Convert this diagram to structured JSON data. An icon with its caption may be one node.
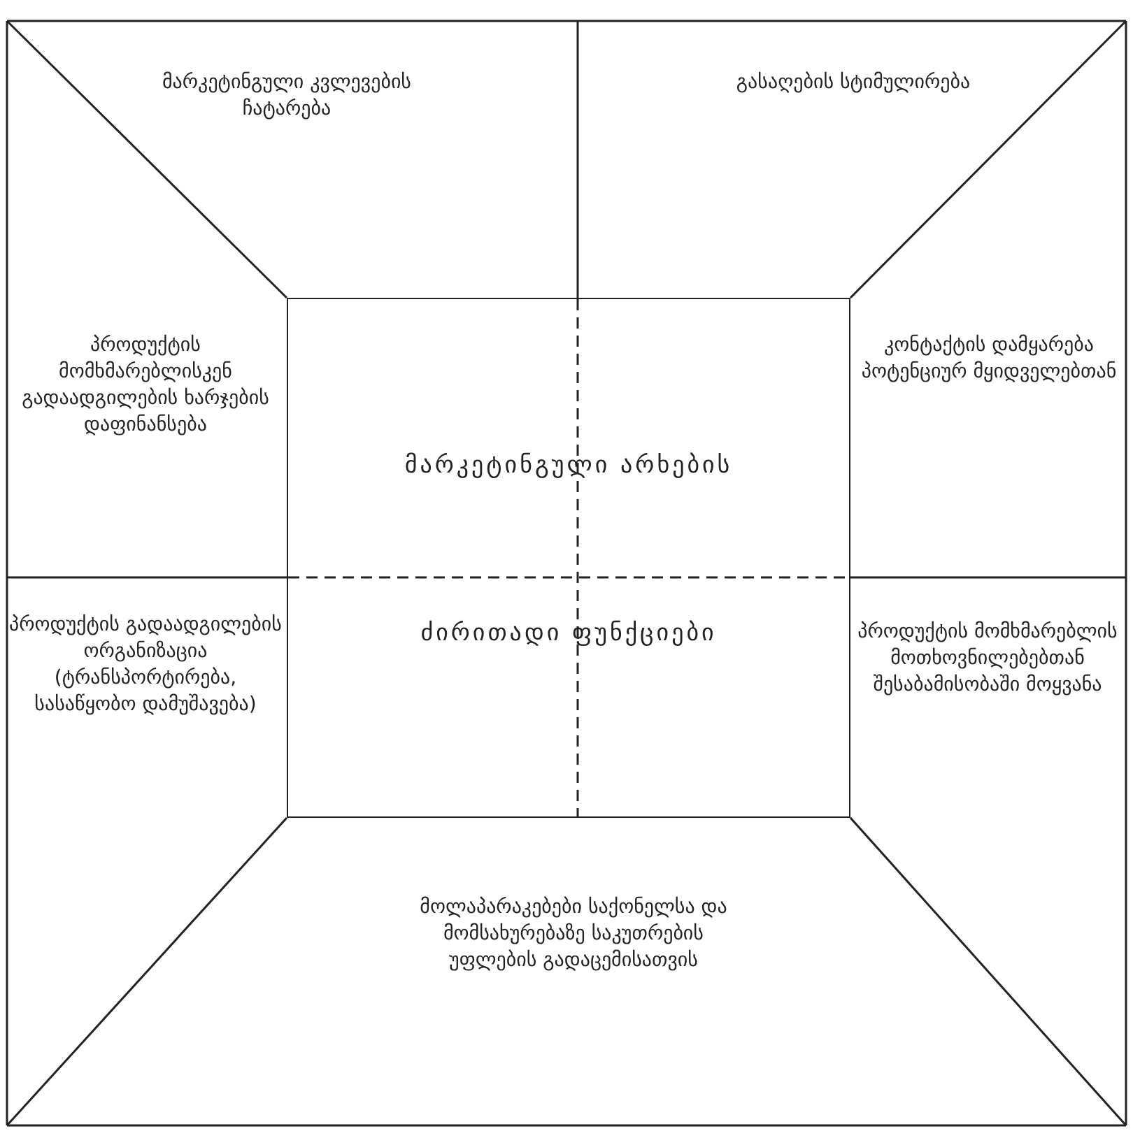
{
  "diagram": {
    "nodes": [
      {
        "text": [
          "მარკეტინგული კვლევების ჩატარება"
        ]
      },
      {
        "text": [
          "გასაღების სტიმულირება"
        ]
      },
      {
        "text": [
          "პროდუქტის მომხმარებლისკენ გადაადგილების ხარჯების დაფინანსება"
        ]
      },
      {
        "text": [
          "მარკეტინგული არხების",
          "ძირითადი ფუნქციები"
        ]
      },
      {
        "text": [
          "კონტაქტის დამყარება პოტენციურ მყიდველებთან"
        ]
      },
      {
        "text": [
          "პროდუქტის გადაადგილების ორგანიზაცია (ტრანსპორტირება, სასაწყობო დამუშავება)"
        ]
      },
      {
        "text": [
          "პროდუქტის მომხმარებლის მოთხოვნილებებთან შესაბამისობაში მოყვანა"
        ]
      },
      {
        "text": [
          "მოლაპარაკებები საქონელსა და მომსახურებაზე საკუთრების უფლების გადაცემისათვის"
        ]
      }
    ]
  }
}
